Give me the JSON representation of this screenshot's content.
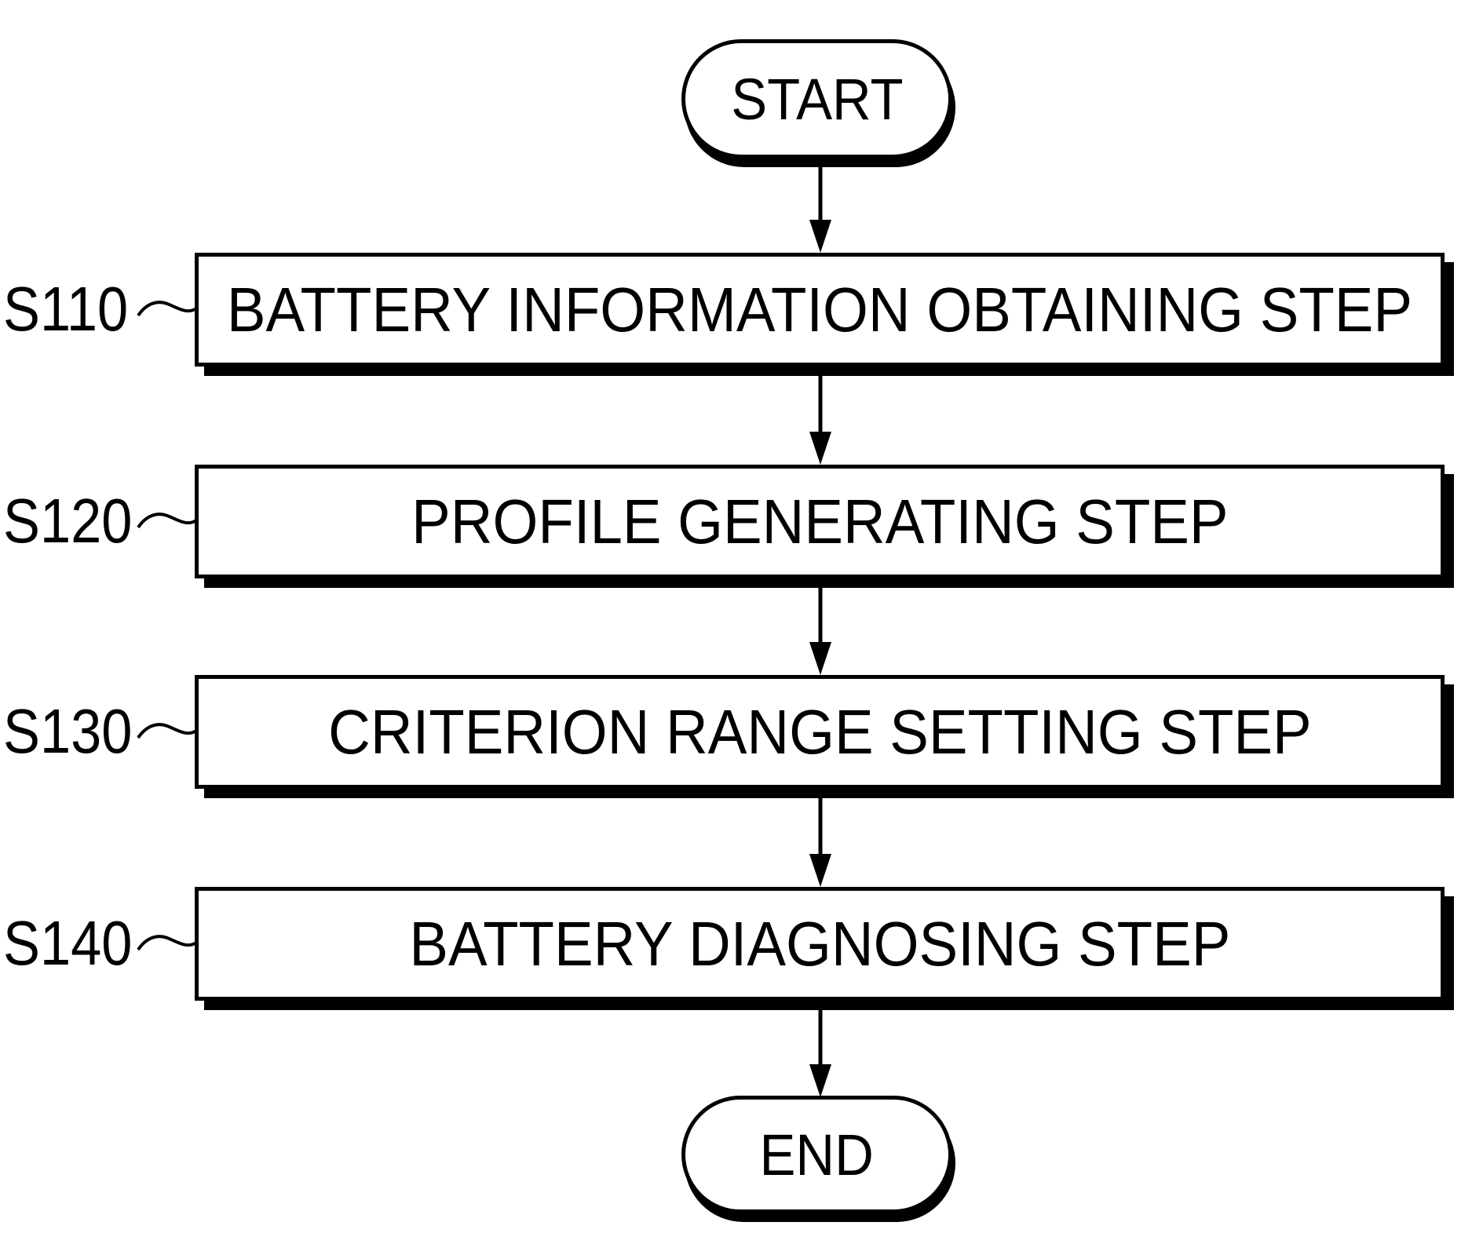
{
  "flowchart": {
    "start": {
      "label": "START"
    },
    "end": {
      "label": "END"
    },
    "steps": [
      {
        "ref": "S110",
        "label": "BATTERY INFORMATION OBTAINING STEP"
      },
      {
        "ref": "S120",
        "label": "PROFILE GENERATING STEP"
      },
      {
        "ref": "S130",
        "label": "CRITERION RANGE SETTING STEP"
      },
      {
        "ref": "S140",
        "label": "BATTERY DIAGNOSING STEP"
      }
    ],
    "flow_order": [
      "START",
      "S110",
      "S120",
      "S130",
      "S140",
      "END"
    ],
    "colors": {
      "stroke": "#000000",
      "fill": "#ffffff",
      "shadow": "#000000"
    }
  }
}
